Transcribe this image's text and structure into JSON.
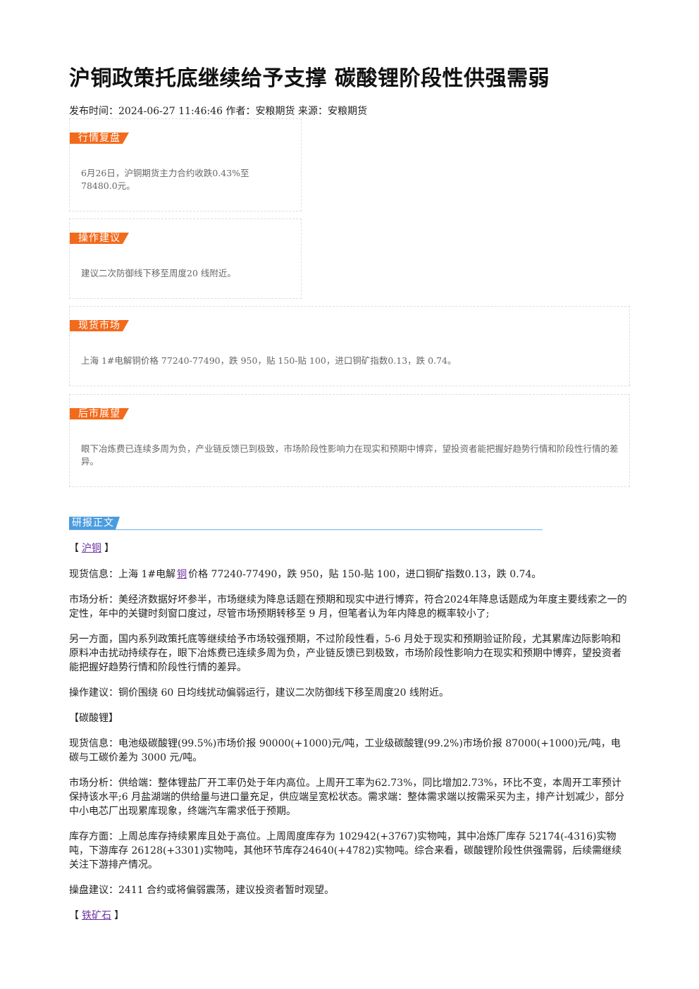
{
  "article": {
    "title": "沪铜政策托底继续给予支撑 碳酸锂阶段性供强需弱",
    "meta_publish_label": "发布时间：",
    "meta_publish_time": "2024-06-27 11:46:46",
    "meta_author_label": " 作者：",
    "meta_author": "安粮期货",
    "meta_source_label": " 来源：",
    "meta_source": "安粮期货"
  },
  "summary_boxes": [
    {
      "tag": "行情复盘",
      "text": "6月26日，沪铜期货主力合约收跌0.43%至78480.0元。"
    },
    {
      "tag": "操作建议",
      "text": "建议二次防御线下移至周度20 线附近。"
    },
    {
      "tag": "现货市场",
      "text": "上海 1#电解铜价格 77240-77490，跌 950，贴 150-贴 100，进口铜矿指数0.13，跌 0.74。"
    },
    {
      "tag": "后市展望",
      "text": "眼下冶炼费已连续多周为负，产业链反馈已到极致，市场阶段性影响力在现实和预期中博弈，望投资者能把握好趋势行情和阶段性行情的差异。"
    }
  ],
  "section": {
    "label": "研报正文"
  },
  "body": {
    "copper": {
      "bracket_open": "【",
      "name": "沪铜",
      "bracket_close": "】",
      "spot_prefix": "现货信息：上海 1#电解",
      "spot_link": "铜",
      "spot_suffix": "价格 77240-77490，跌 950，贴 150-贴 100，进口铜矿指数0.13，跌 0.74。",
      "analysis1": "市场分析：美经济数据好坏参半，市场继续为降息话题在预期和现实中进行博弈，符合2024年降息话题成为年度主要线索之一的定性，年中的关键时刻窗口度过，尽管市场预期转移至 9 月，但笔者认为年内降息的概率较小了;",
      "analysis2": "另一方面，国内系列政策托底等继续给予市场较强预期，不过阶段性看，5-6 月处于现实和预期验证阶段，尤其累库边际影响和原料冲击扰动持续存在，眼下冶炼费已连续多周为负，产业链反馈已到极致，市场阶段性影响力在现实和预期中博弈，望投资者能把握好趋势行情和阶段性行情的差异。",
      "advice": "操作建议：铜价围绕 60 日均线扰动偏弱运行，建议二次防御线下移至周度20 线附近。"
    },
    "lithium": {
      "heading": "【碳酸锂】",
      "spot": "现货信息：电池级碳酸锂(99.5%)市场价报 90000(+1000)元/吨，工业级碳酸锂(99.2%)市场价报 87000(+1000)元/吨，电碳与工碳价差为 3000 元/吨。",
      "analysis": "市场分析：供给端：整体锂盐厂开工率仍处于年内高位。上周开工率为62.73%，同比增加2.73%，环比不变，本周开工率预计保持该水平;6 月盐湖端的供给量与进口量充足，供应端呈宽松状态。需求端：整体需求端以按需采买为主，排产计划减少，部分中小电芯厂出现累库现象，终端汽车需求低于预期。",
      "inventory": "库存方面：上周总库存持续累库且处于高位。上周周度库存为 102942(+3767)实物吨，其中冶炼厂库存 52174(-4316)实物吨，下游库存 26128(+3301)实物吨，其他环节库存24640(+4782)实物吨。综合来看，碳酸锂阶段性供强需弱，后续需继续关注下游排产情况。",
      "advice": "操盘建议：2411 合约或将偏弱震荡，建议投资者暂时观望。"
    },
    "iron": {
      "bracket_open": "【",
      "name": "铁矿石",
      "bracket_close": "】"
    }
  }
}
